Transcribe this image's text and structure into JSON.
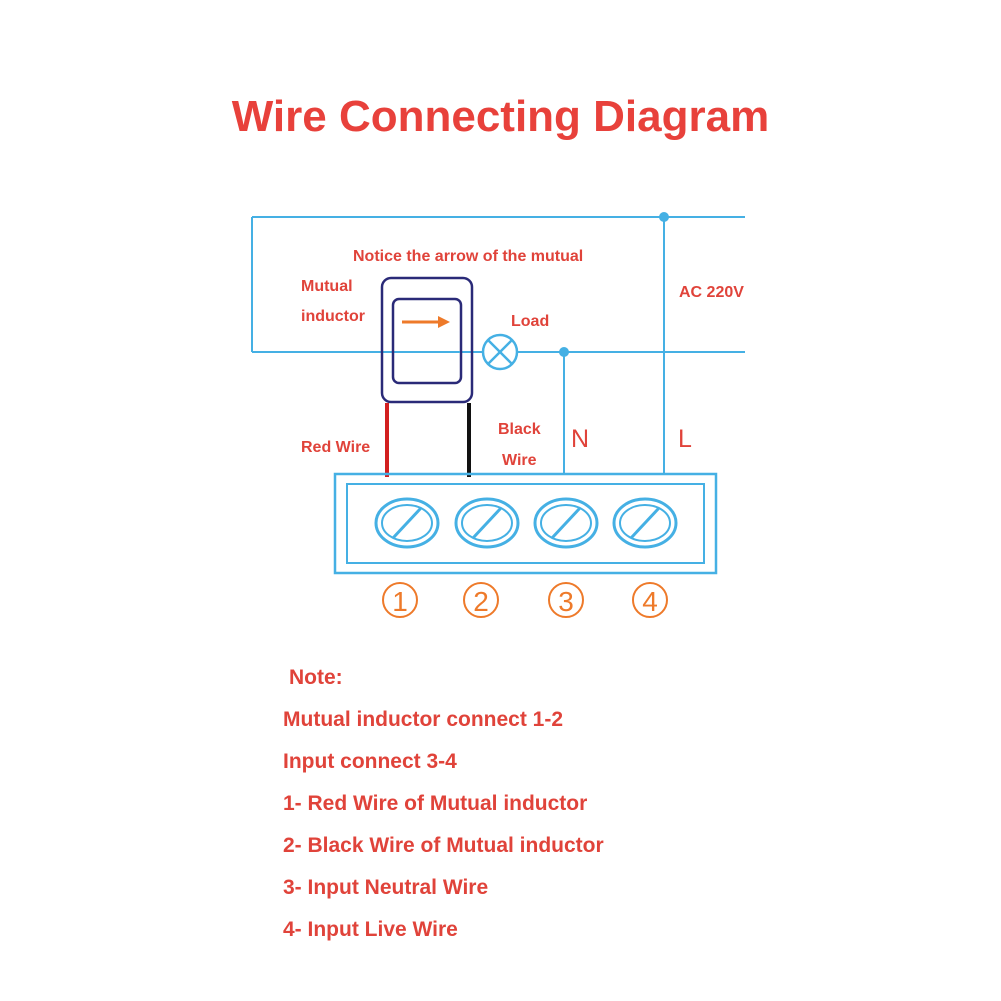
{
  "title": "Wire Connecting Diagram",
  "labels": {
    "notice": "Notice the arrow of the mutual",
    "mutual_line1": "Mutual",
    "mutual_line2": "inductor",
    "load": "Load",
    "ac": "AC 220V",
    "red_wire": "Red Wire",
    "black_line1": "Black",
    "black_line2": "Wire",
    "n": "N",
    "l": "L"
  },
  "terminals": [
    "1",
    "2",
    "3",
    "4"
  ],
  "notes": {
    "heading": "Note:",
    "items": [
      "Mutual inductor connect 1-2",
      "Input connect 3-4",
      "1- Red Wire of Mutual inductor",
      "2- Black Wire of Mutual inductor",
      "3- Input Neutral Wire",
      "4- Input Live Wire"
    ]
  },
  "colors": {
    "text_red": "#e0433a",
    "wire_blue": "#45b0e4",
    "inductor_navy": "#2a2a78",
    "arrow_orange": "#ee7a2a",
    "red_wire": "#d21f1f",
    "black_wire": "#111111"
  }
}
